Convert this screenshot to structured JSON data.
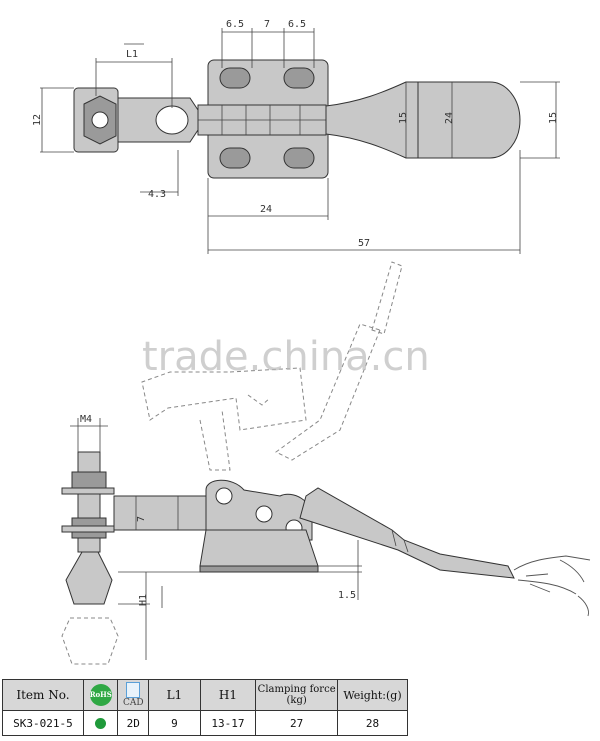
{
  "watermark": "trade.china.cn",
  "top_view": {
    "dims": {
      "d1": "6.5",
      "d2": "7",
      "d3": "6.5",
      "l1": "L1",
      "h12": "12",
      "d43": "4.3",
      "d24a": "24",
      "d57": "57",
      "d15a": "15",
      "d24b": "24",
      "d15b": "15"
    }
  },
  "side_view": {
    "dims": {
      "m4": "M4",
      "h1": "H1",
      "d7": "7",
      "d15": "1.5"
    }
  },
  "table": {
    "headers": {
      "item_no": "Item No.",
      "rohs": "RoHS",
      "cad": "CAD",
      "l1": "L1",
      "h1": "H1",
      "clamping_force": "Clamping force",
      "clamping_unit": "(kg)",
      "weight": "Weight:(g)"
    },
    "row": {
      "item_no": "SK3-021-5",
      "cad": "2D",
      "l1": "9",
      "h1": "13-17",
      "clamping_force": "27",
      "weight": "28"
    }
  },
  "colors": {
    "rohs_green": "#1f9a3a",
    "part_gray": "#c8c8c8"
  }
}
